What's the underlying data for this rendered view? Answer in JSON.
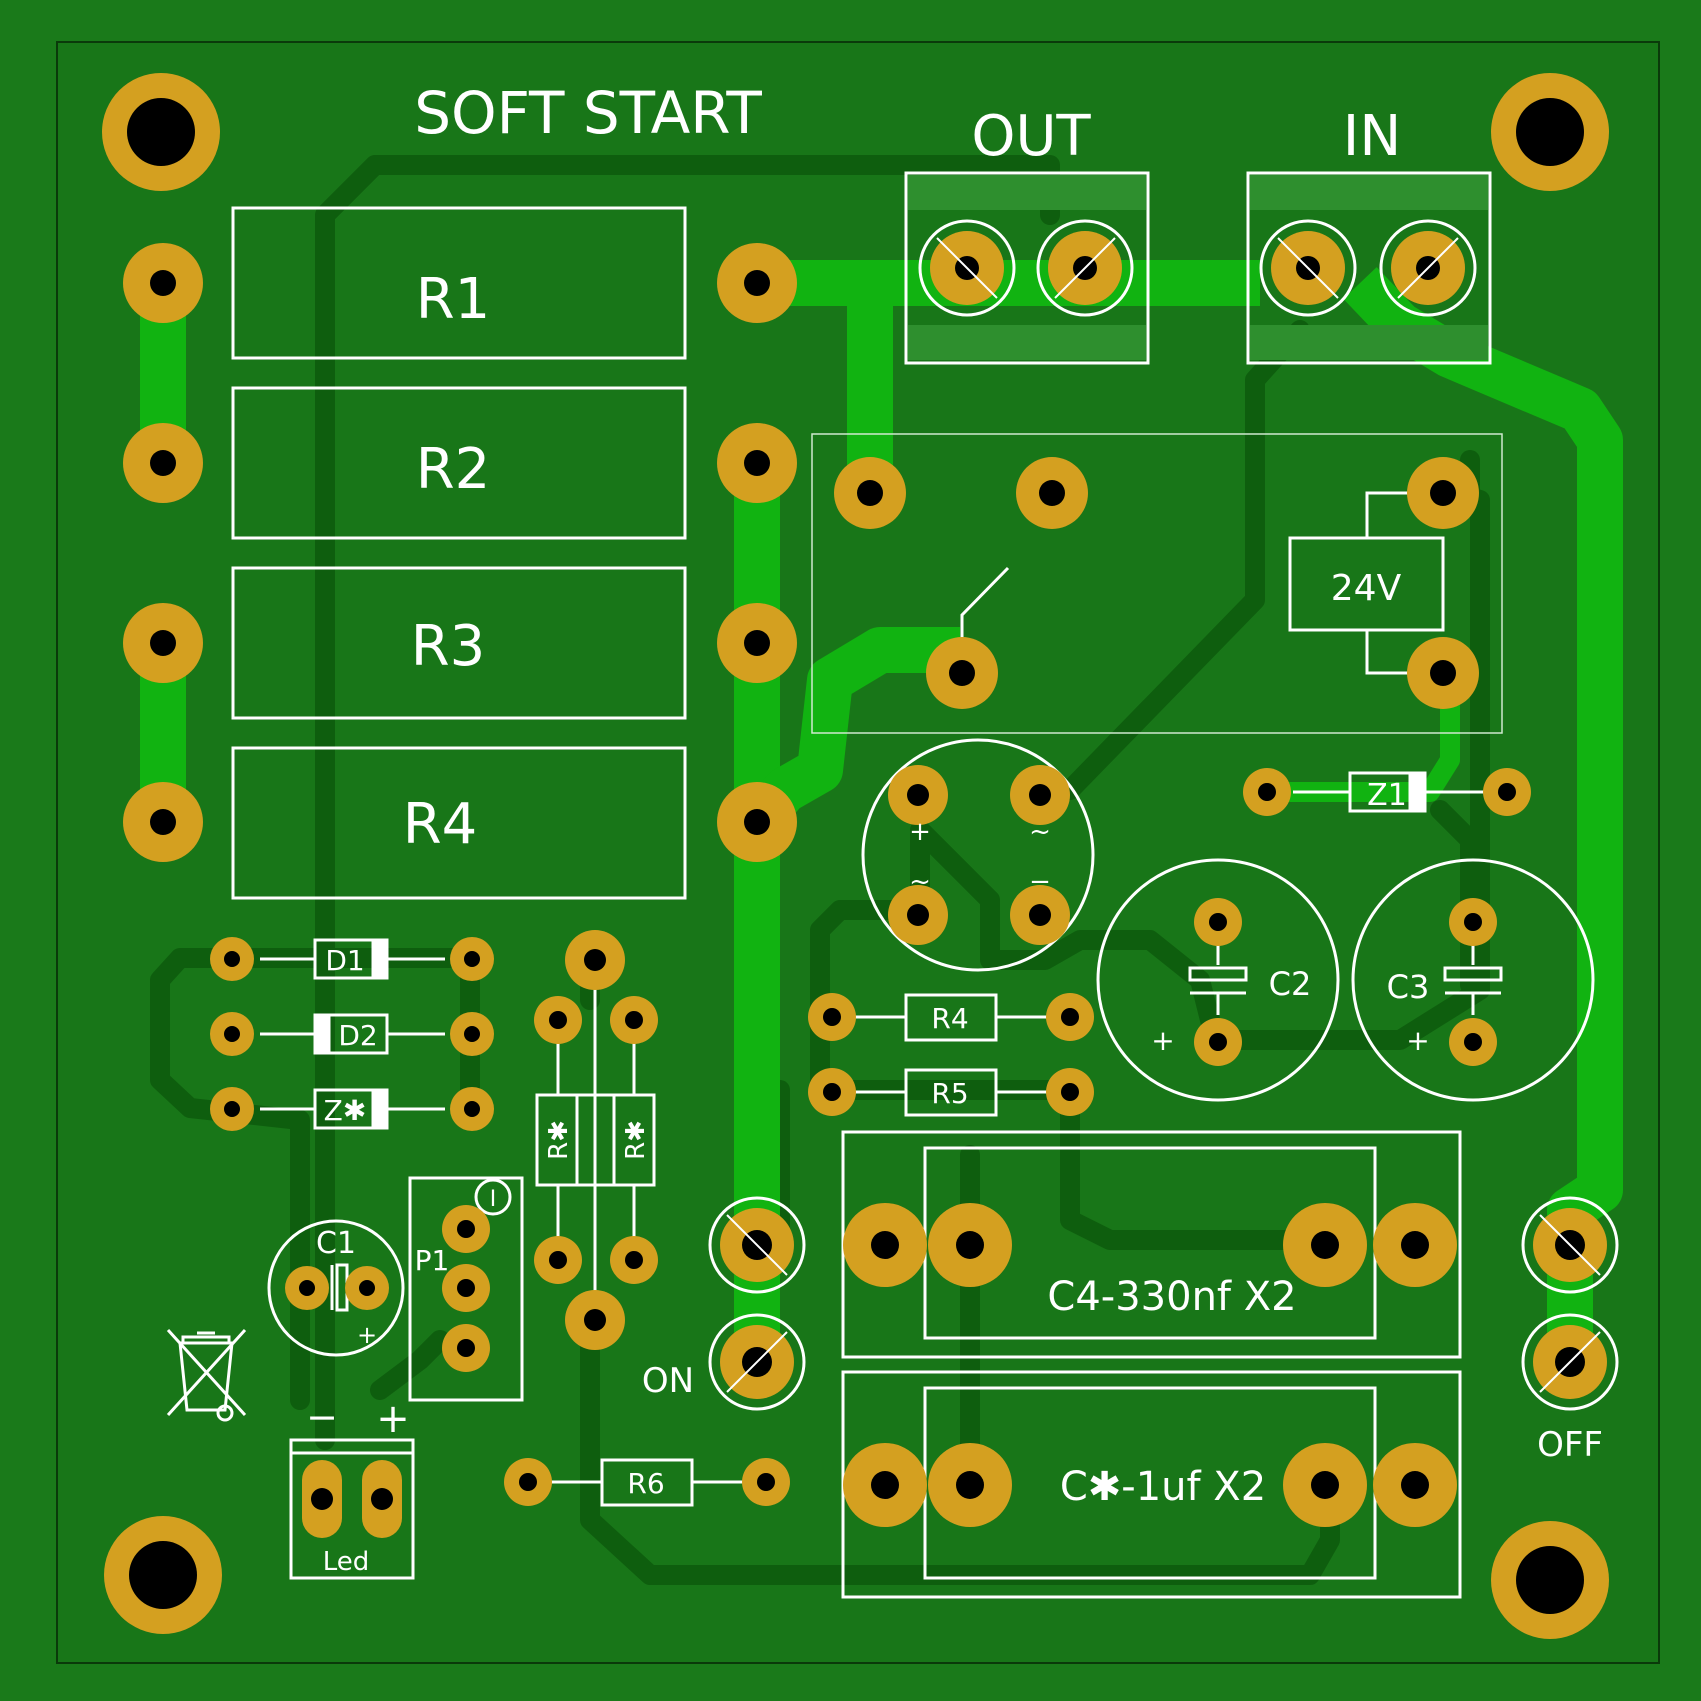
{
  "board": {
    "title": "SOFT START",
    "colors": {
      "board": "#1a7a1a",
      "copper_fill": "#157015",
      "trace_bottom": "#0c5a0c",
      "trace_top": "#12b512",
      "pad": "#d4a020",
      "drill": "#000000",
      "silk": "#ffffff"
    }
  },
  "labels": {
    "out": "OUT",
    "in": "IN",
    "on": "ON",
    "off": "OFF",
    "coil_voltage": "24V",
    "led": "Led",
    "led_minus": "−",
    "led_plus": "+",
    "plus": "+",
    "minus": "−",
    "ac": "~",
    "p1_dot": "I"
  },
  "components": {
    "R1": "R1",
    "R2": "R2",
    "R3": "R3",
    "R4_big": "R4",
    "R4_small": "R4",
    "R5": "R5",
    "R6": "R6",
    "D1": "D1",
    "D2": "D2",
    "Zstar": "Z✱",
    "Z1": "Z1",
    "Rstar_a": "R✱",
    "Rstar_b": "R✱",
    "C1": "C1",
    "C2": "C2",
    "C3": "C3",
    "P1": "P1",
    "C4": "C4-330nf X2",
    "Cstar": "C✱-1uf X2"
  },
  "icons": [
    "mounting-hole-icon",
    "weee-bin-icon"
  ]
}
